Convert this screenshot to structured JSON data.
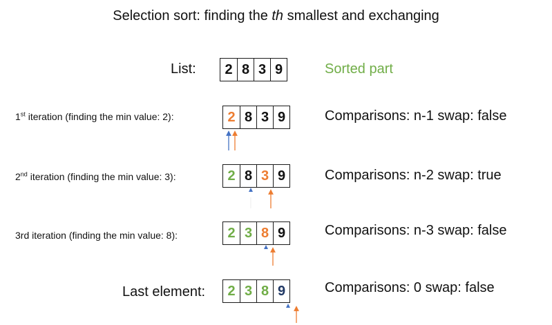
{
  "title": {
    "prefix": "Selection sort: finding the ",
    "italic": "th",
    "suffix": " smallest and exchanging"
  },
  "colors": {
    "sorted": "#70ad47",
    "current": "#ed7d31",
    "last": "#203864",
    "default": "#111111",
    "blue_arrow": "#4472c4",
    "orange_arrow": "#ed7d31"
  },
  "legend": {
    "sorted_part": "Sorted part"
  },
  "list_row": {
    "label": "List:",
    "values": [
      "2",
      "8",
      "3",
      "9"
    ]
  },
  "iterations": [
    {
      "label_num": "1",
      "label_sup": "st",
      "label_rest": " iteration (finding the min value: 2):",
      "values": [
        "2",
        "8",
        "3",
        "9"
      ],
      "value_colors": [
        "current",
        "default",
        "default",
        "default"
      ],
      "stats": "Comparisons: n-1  swap:  false"
    },
    {
      "label_num": "2",
      "label_sup": "nd",
      "label_rest": "  iteration (finding the min value: 3):",
      "values": [
        "2",
        "8",
        "3",
        "9"
      ],
      "value_colors": [
        "sorted",
        "default",
        "current",
        "default"
      ],
      "stats": "Comparisons: n-2   swap: true"
    },
    {
      "label_text": "3rd iteration (finding the min value: 8):",
      "values": [
        "2",
        "3",
        "8",
        "9"
      ],
      "value_colors": [
        "sorted",
        "sorted",
        "current",
        "default"
      ],
      "stats": "Comparisons: n-3   swap: false"
    },
    {
      "label_text": "Last element:",
      "values": [
        "2",
        "3",
        "8",
        "9"
      ],
      "value_colors": [
        "sorted",
        "sorted",
        "sorted",
        "last"
      ],
      "stats": "Comparisons: 0   swap: false"
    }
  ]
}
